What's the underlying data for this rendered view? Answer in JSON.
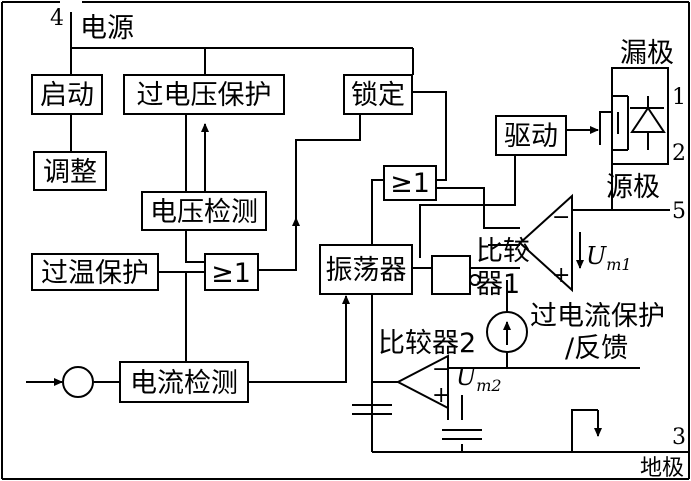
{
  "labels": {
    "power": "电源",
    "startup": "启动",
    "adjust": "调整",
    "overvoltage_protect": "过电压保护",
    "voltage_detect": "电压检测",
    "over_temp_protect": "过温保护",
    "or_gate_left": "≥1",
    "or_gate_top": "≥1",
    "lock": "锁定",
    "drive": "驱动",
    "oscillator": "振荡器",
    "current_detect": "电流检测",
    "comparator1_a": "比较",
    "comparator1_b": "器1",
    "comparator2": "比较器2",
    "overcurrent_a": "过电流保护",
    "overcurrent_b": "/反馈",
    "drain": "漏极",
    "source": "源极",
    "ground": "地极",
    "comp_minus": "−",
    "comp_plus": "+",
    "um1_main": "U",
    "um1_sub": "m1",
    "um2_main": "U",
    "um2_sub": "m2"
  },
  "pins": {
    "power": "4",
    "drain_top": "1",
    "drain_bottom": "2",
    "source": "5",
    "ground": "3"
  }
}
